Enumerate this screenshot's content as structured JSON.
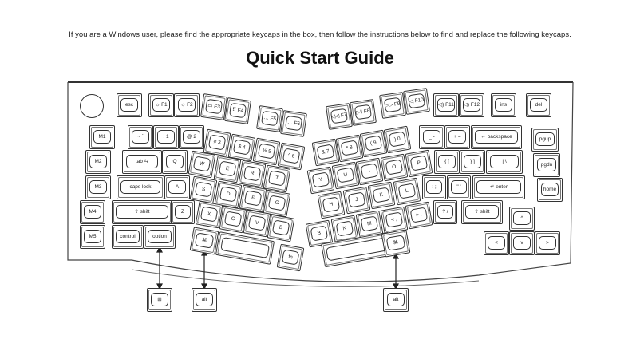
{
  "instructions": "If you are a Windows user, please  find the appropriate keycaps in the box, then follow the instructions below to find and replace the following keycaps.",
  "title": "Quick Start Guide",
  "keys": {
    "esc": "esc",
    "f1": "☼ F1",
    "f2": "☼ F2",
    "f3": "▭ F3",
    "f4": "⠿ F4",
    "f5": "… F5",
    "f6": "… F6",
    "f7": "◁◁ F7",
    "f8": "▷‖ F8",
    "f9": "▷▷ F9",
    "f10": "◁ F10",
    "f11": "◁) F11",
    "f12": "◁) F12",
    "ins": "ins",
    "del": "del",
    "m1": "M1",
    "m2": "M2",
    "m3": "M3",
    "m4": "M4",
    "m5": "M5",
    "grave": "~ `",
    "1": "! 1",
    "2": "@ 2",
    "3": "# 3",
    "4": "$ 4",
    "5": "% 5",
    "6": "^ 6",
    "7": "& 7",
    "8": "* 8",
    "9": "( 9",
    "0": ") 0",
    "minus": "_ -",
    "equal": "+ =",
    "backspace": "← backspace",
    "pgup": "pgup",
    "tab": "tab ⇆",
    "q": "Q",
    "w": "W",
    "e": "E",
    "r": "R",
    "t": "T",
    "y": "Y",
    "u": "U",
    "i": "I",
    "o": "O",
    "p": "P",
    "lbracket": "{ [",
    "rbracket": "} ]",
    "backslash": "| \\",
    "pgdn": "pgdn",
    "caps": "caps lock",
    "a": "A",
    "s": "S",
    "d": "D",
    "f": "F",
    "g": "G",
    "h": "H",
    "j": "J",
    "k": "K",
    "l": "L",
    "semicolon": ": ;",
    "quote": "\" '",
    "enter": "↵ enter",
    "home": "home",
    "lshift": "⇧ shift",
    "z": "Z",
    "x": "X",
    "c": "C",
    "v": "V",
    "b": "B",
    "b2": "B",
    "n": "N",
    "m": "M",
    "comma": "< ,",
    "period": "> .",
    "slash": "? /",
    "rshift": "⇧ shift",
    "up": "^",
    "control": "control",
    "option": "option",
    "lcmd": "⌘",
    "lspace": "",
    "fn": "fn",
    "rspace": "",
    "rcmd": "⌘",
    "left": "<",
    "down": "v",
    "right": ">"
  },
  "replacement_keys": {
    "win": "⊞",
    "alt_left": "alt",
    "alt_right": "alt"
  }
}
